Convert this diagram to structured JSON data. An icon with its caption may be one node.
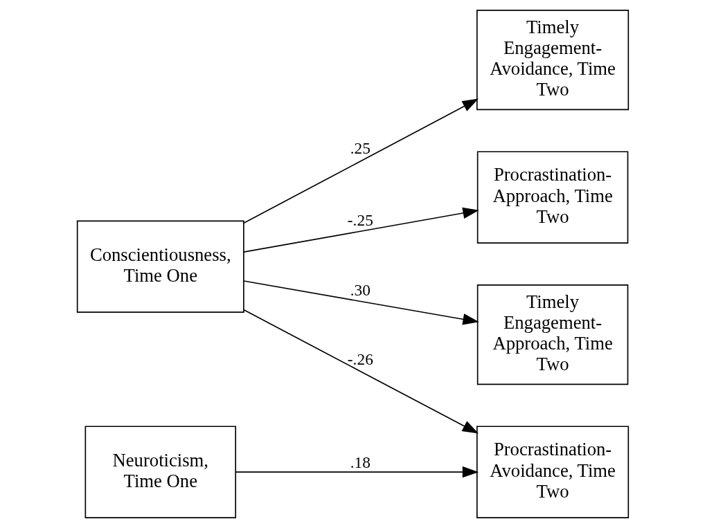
{
  "diagram": {
    "nodes": [
      {
        "text": [
          "Conscientiousness, Time One"
        ]
      },
      {
        "text": [
          "Neuroticism, Time One"
        ]
      },
      {
        "text": [
          "Procrastination- Approach, Time Two"
        ]
      },
      {
        "text": [
          "Procrastination- Avoidance, Time Two"
        ]
      },
      {
        "text": [
          "Timely Engagement- Approach, Time Two"
        ]
      },
      {
        "text": [
          "Timely Engagement- Avoidance, Time Two"
        ]
      }
    ],
    "edges": [
      {
        "from": 0,
        "to": 2,
        "arrow": "to",
        "label": "-.25"
      },
      {
        "from": 0,
        "to": 3,
        "arrow": "to",
        "label": "-.26"
      },
      {
        "from": 1,
        "to": 3,
        "arrow": "to",
        "label": ".18"
      },
      {
        "from": 0,
        "to": 4,
        "arrow": "to",
        "label": ".30"
      },
      {
        "from": 0,
        "to": 5,
        "arrow": "to",
        "label": ".25"
      }
    ]
  }
}
